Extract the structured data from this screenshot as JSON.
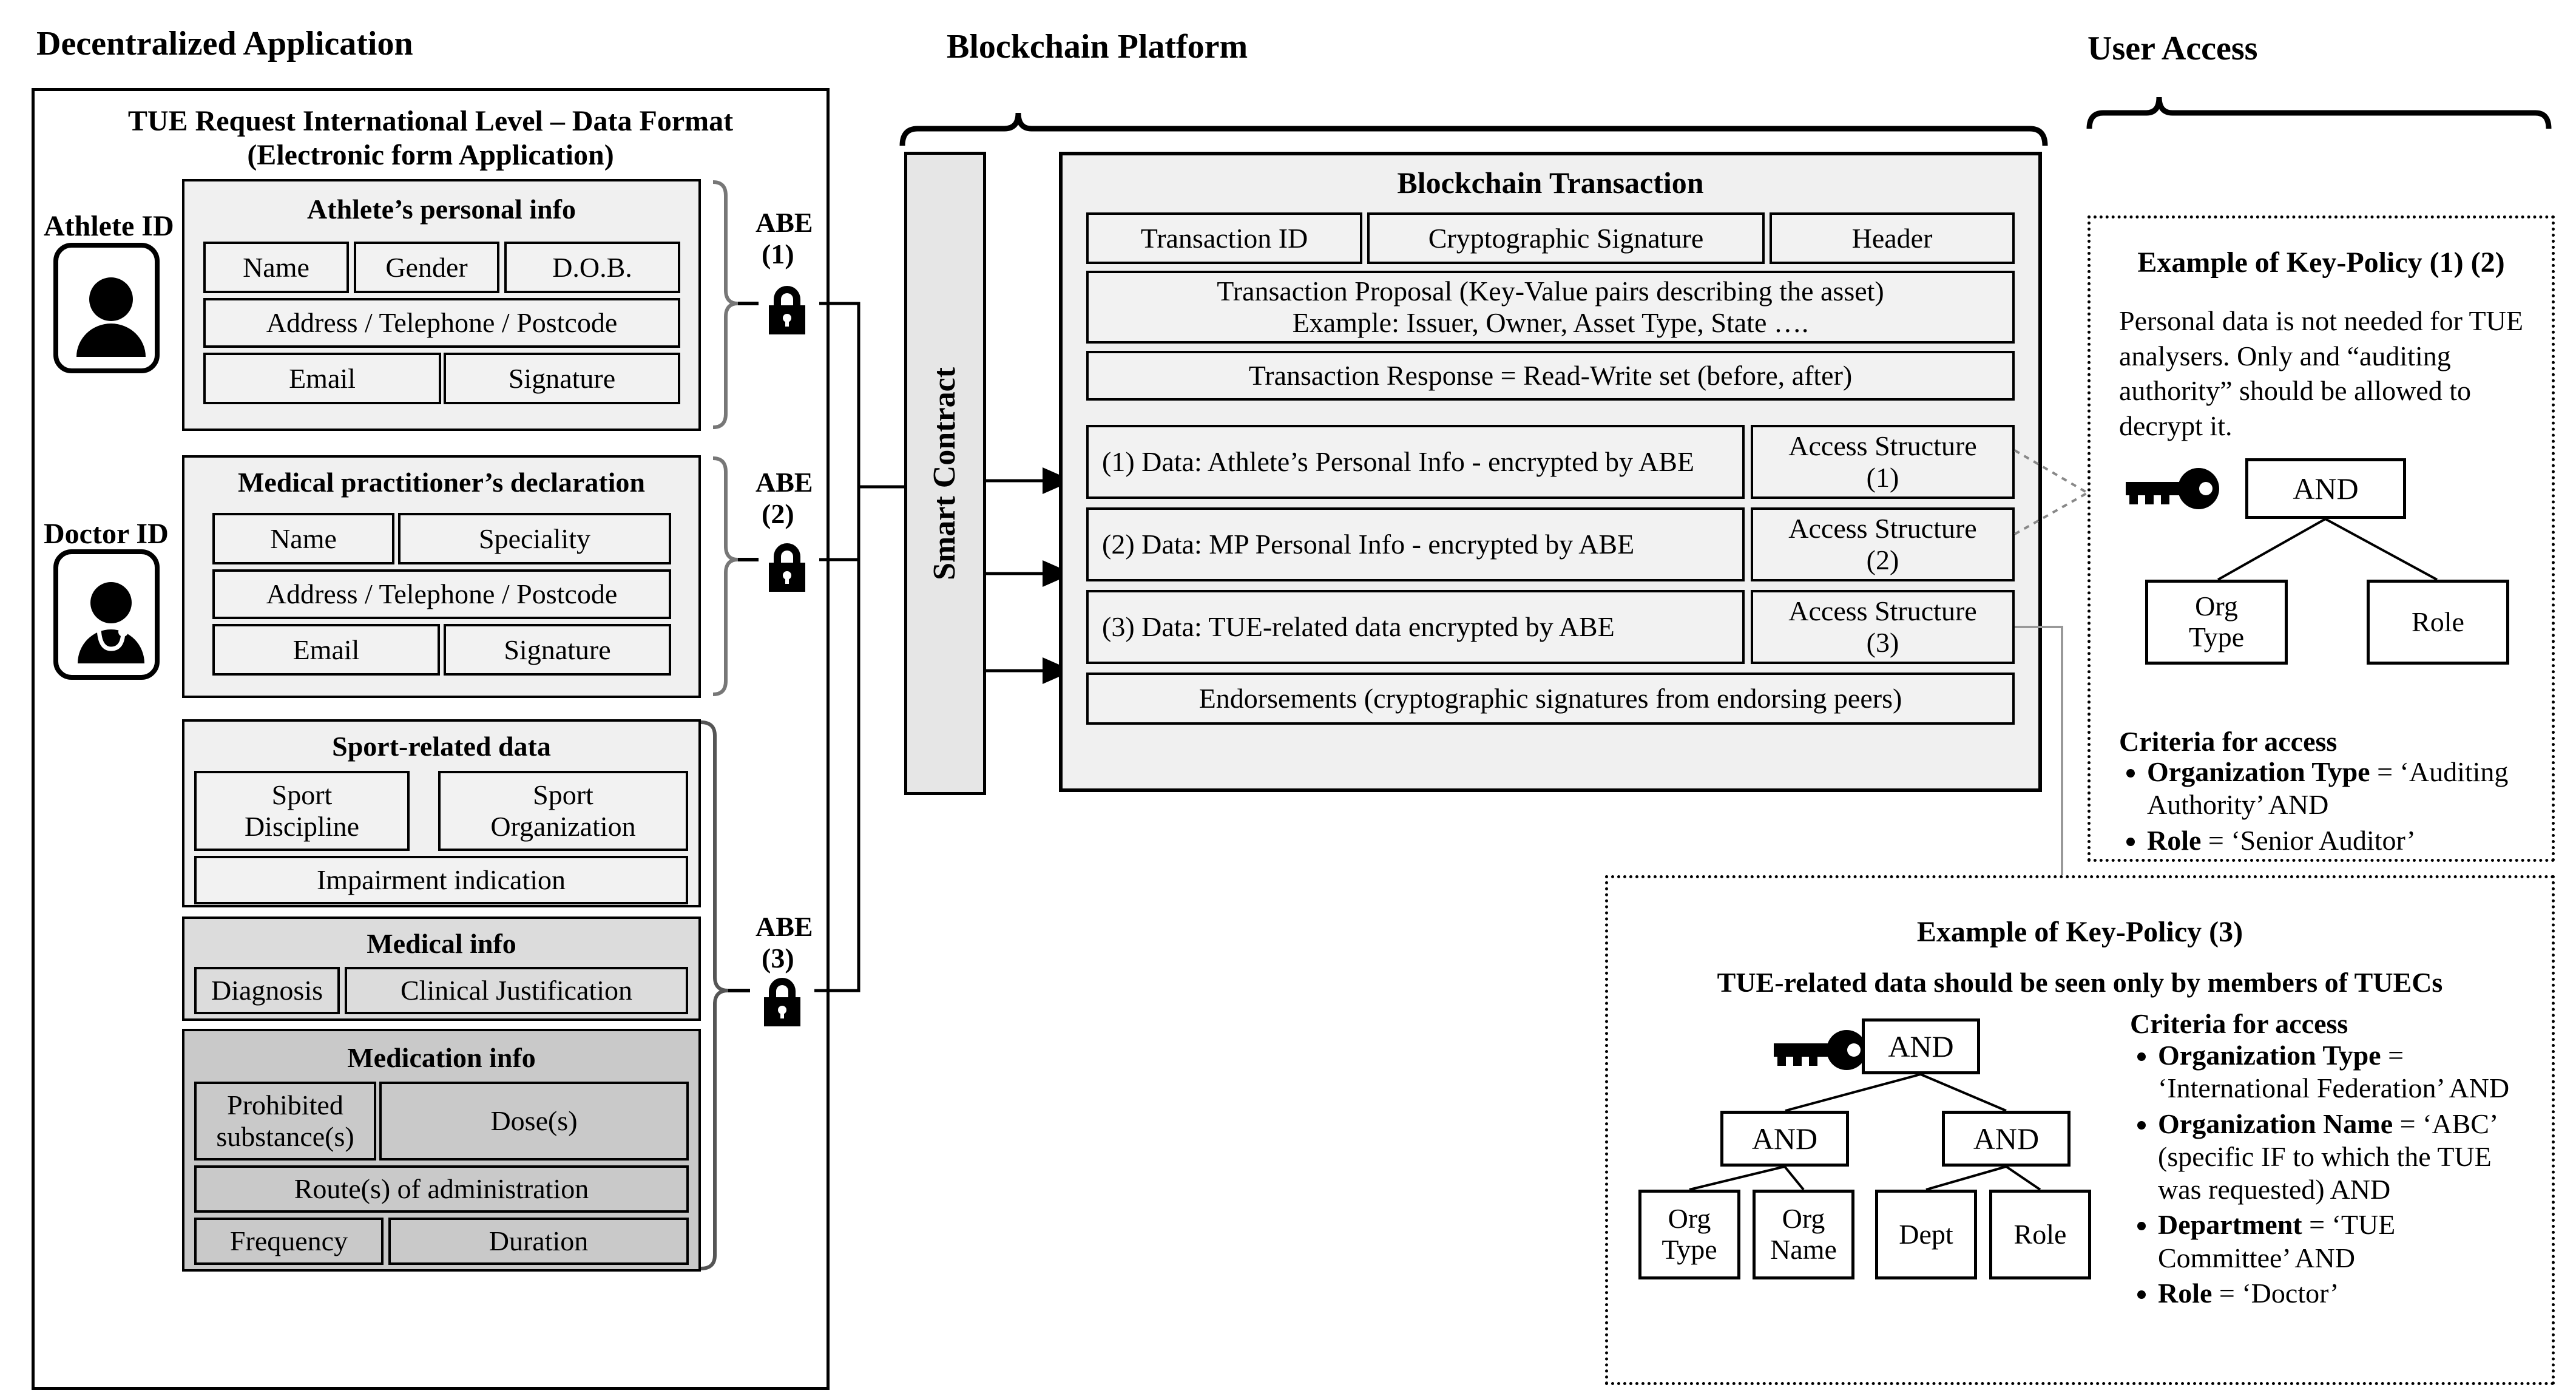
{
  "sections": {
    "dapp_label": "Decentralized Application",
    "blockchain_label": "Blockchain Platform",
    "user_access_label": "User Access"
  },
  "dapp": {
    "form_title_line1": "TUE Request International Level – Data Format",
    "form_title_line2": "(Electronic form Application)",
    "athlete_id_label": "Athlete ID",
    "doctor_id_label": "Doctor ID",
    "athlete_icon": "person-icon",
    "doctor_icon": "doctor-icon",
    "groups": [
      {
        "title": "Athlete’s personal info",
        "abe_label": "ABE",
        "abe_index": "(1)",
        "lock_icon": "lock-icon",
        "rows": [
          [
            "Name",
            "Gender",
            "D.O.B."
          ],
          [
            "Address / Telephone / Postcode"
          ],
          [
            "Email",
            "Signature"
          ]
        ]
      },
      {
        "title": "Medical practitioner’s declaration",
        "abe_label": "ABE",
        "abe_index": "(2)",
        "lock_icon": "lock-icon",
        "rows": [
          [
            "Name",
            "Speciality"
          ],
          [
            "Address / Telephone / Postcode"
          ],
          [
            "Email",
            "Signature"
          ]
        ]
      },
      {
        "title": "Sport-related data",
        "rows": [
          [
            "Sport Discipline",
            "Sport Organization"
          ],
          [
            "Impairment indication"
          ]
        ]
      },
      {
        "title": "Medical info",
        "abe_label": "ABE",
        "abe_index": "(3)",
        "lock_icon": "lock-icon",
        "rows": [
          [
            "Diagnosis",
            "Clinical Justification"
          ]
        ]
      },
      {
        "title": "Medication info",
        "rows": [
          [
            "Prohibited substance(s)",
            "Dose(s)"
          ],
          [
            "Route(s) of administration"
          ],
          [
            "Frequency",
            "Duration"
          ]
        ]
      }
    ],
    "field_labels": {
      "name": "Name",
      "gender": "Gender",
      "dob": "D.O.B.",
      "address": "Address / Telephone / Postcode",
      "email": "Email",
      "signature": "Signature",
      "speciality": "Speciality",
      "sport_discipline_l1": "Sport",
      "sport_discipline_l2": "Discipline",
      "sport_org_l1": "Sport",
      "sport_org_l2": "Organization",
      "impairment": "Impairment indication",
      "diagnosis": "Diagnosis",
      "clinical": "Clinical Justification",
      "prohibited_l1": "Prohibited",
      "prohibited_l2": "substance(s)",
      "dose": "Dose(s)",
      "route": "Route(s) of administration",
      "frequency": "Frequency",
      "duration": "Duration"
    }
  },
  "blockchain": {
    "smart_contract_label": "Smart Contract",
    "transaction_title": "Blockchain Transaction",
    "header_row": [
      "Transaction ID",
      "Cryptographic Signature",
      "Header"
    ],
    "proposal_line1": "Transaction Proposal (Key-Value pairs describing the asset)",
    "proposal_line2": "Example: Issuer, Owner, Asset Type, State ….",
    "response": "Transaction Response = Read-Write set (before, after)",
    "data_rows": [
      {
        "data": "(1) Data: Athlete’s Personal Info - encrypted by ABE",
        "access_l1": "Access Structure",
        "access_l2": "(1)"
      },
      {
        "data": "(2) Data: MP Personal Info - encrypted by ABE",
        "access_l1": "Access Structure",
        "access_l2": "(2)"
      },
      {
        "data": "(3) Data: TUE-related data encrypted by ABE",
        "access_l1": "Access Structure",
        "access_l2": "(3)"
      }
    ],
    "endorsements": "Endorsements (cryptographic signatures from endorsing peers)"
  },
  "key_policy_12": {
    "title": "Example of Key-Policy (1) (2)",
    "description": "Personal data is not needed for TUE analysers. Only and “auditing authority” should be allowed to decrypt it.",
    "key_icon": "key-icon",
    "tree": {
      "root": "AND",
      "leaves": [
        {
          "l1": "Org",
          "l2": "Type"
        },
        {
          "l1": "Role",
          "l2": ""
        }
      ]
    },
    "criteria_title": "Criteria for access",
    "criteria": [
      {
        "bold": "Organization Type",
        "rest": " = ‘Auditing Authority’ AND"
      },
      {
        "bold": "Role",
        "rest": " = ‘Senior Auditor’"
      }
    ]
  },
  "key_policy_3": {
    "title": "Example of Key-Policy (3)",
    "description": "TUE-related data should be seen only by members of TUECs",
    "key_icon": "key-icon",
    "tree": {
      "root": "AND",
      "mid": [
        "AND",
        "AND"
      ],
      "leaves": [
        {
          "l1": "Org",
          "l2": "Type"
        },
        {
          "l1": "Org",
          "l2": "Name"
        },
        {
          "l1": "Dept",
          "l2": ""
        },
        {
          "l1": "Role",
          "l2": ""
        }
      ]
    },
    "criteria_title": "Criteria for access",
    "criteria": [
      {
        "bold": "Organization Type",
        "rest": " = ‘International Federation’ AND"
      },
      {
        "bold": "Organization Name",
        "rest": " = ‘ABC’ (specific IF to which the TUE was requested) AND"
      },
      {
        "bold": "Department",
        "rest": " = ‘TUE Committee’ AND"
      },
      {
        "bold": "Role",
        "rest": " = ‘Doctor’"
      }
    ]
  },
  "colors": {
    "stroke": "#000000",
    "group_fill": "#f0f0f0",
    "leaf_fill": "#f2f2f2",
    "medical_fill": "#dcdcdc",
    "medication_fill": "#c9c9c9"
  }
}
